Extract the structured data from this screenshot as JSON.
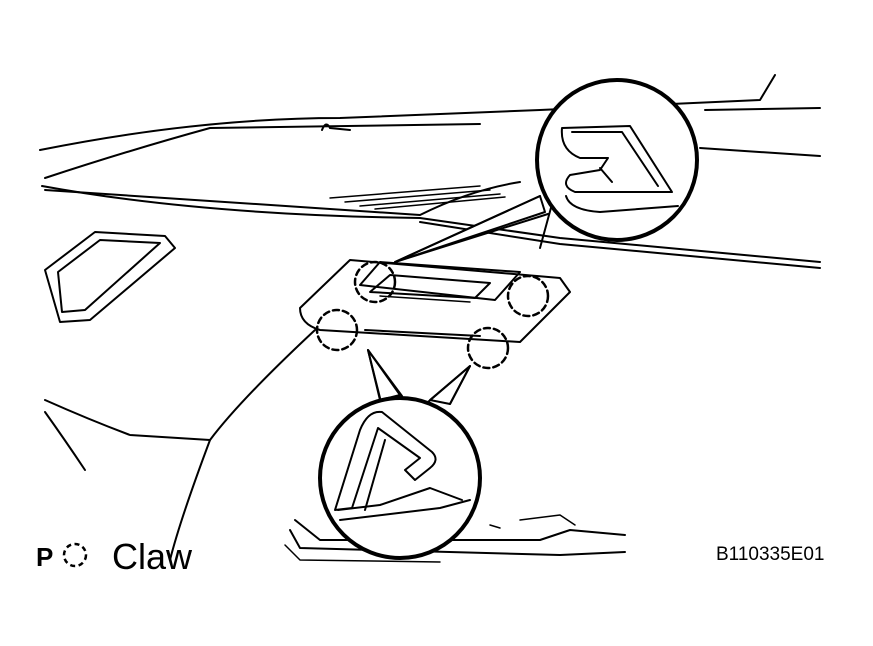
{
  "legend": {
    "symbol_letter": "P",
    "label": "Claw",
    "symbol_icon": "dashed-circle-icon"
  },
  "figure_id": "B110335E01"
}
